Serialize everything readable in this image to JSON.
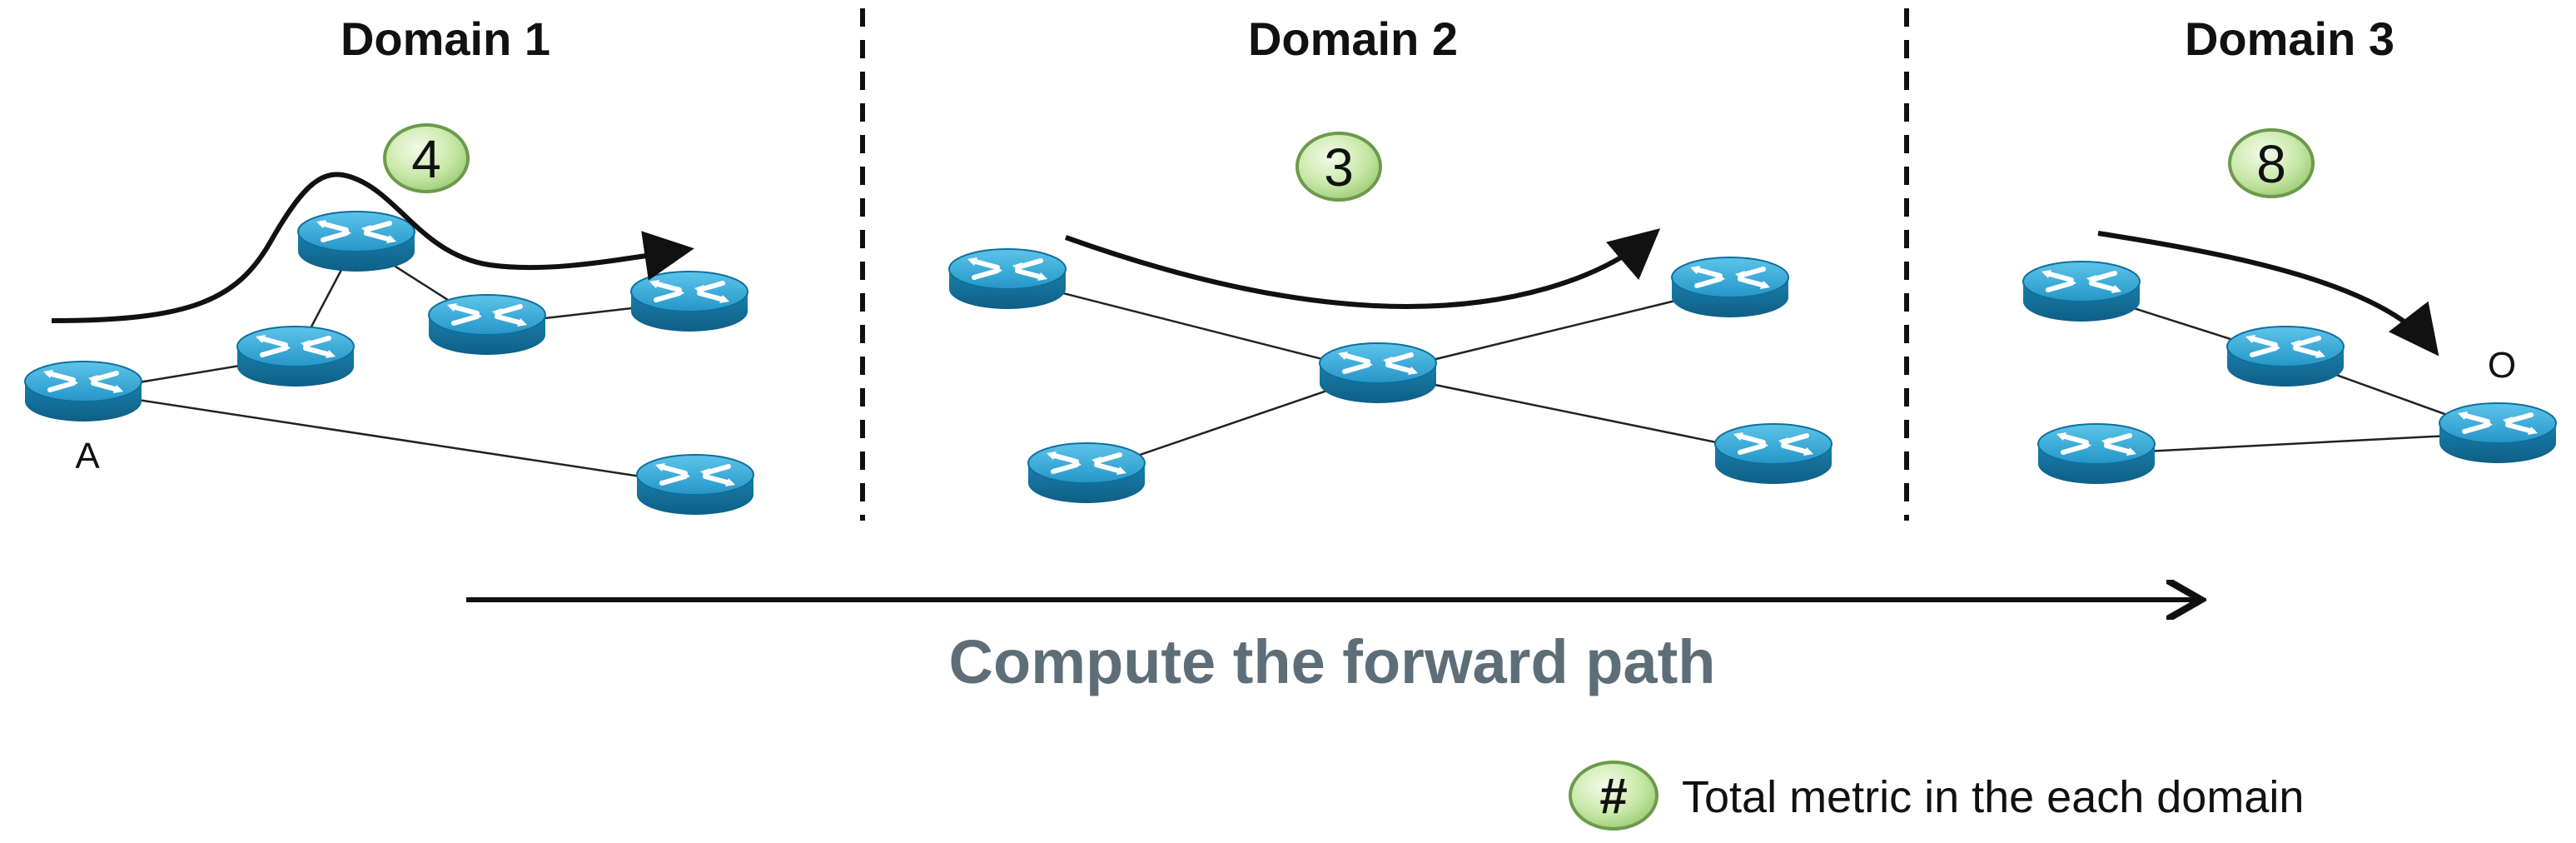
{
  "domains": [
    {
      "title": "Domain 1",
      "metric": "4"
    },
    {
      "title": "Domain 2",
      "metric": "3"
    },
    {
      "title": "Domain 3",
      "metric": "8"
    }
  ],
  "nodes": {
    "source_label": "A",
    "destination_label": "O"
  },
  "caption": "Compute the forward path",
  "legend": {
    "symbol": "#",
    "text": "Total metric in the each domain"
  },
  "colors": {
    "router_body": "#1f86b5",
    "router_top": "#35a9d8",
    "metric_bubble": "#c9e8a9",
    "caption_text": "#5d6e78"
  },
  "icons": {
    "router": "router-icon"
  }
}
